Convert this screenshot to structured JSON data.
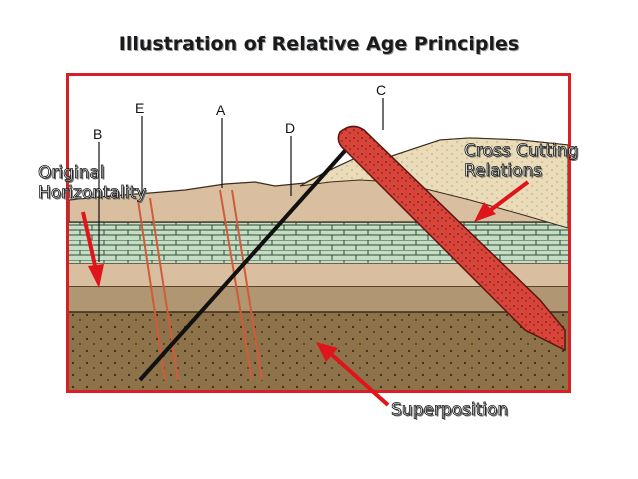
{
  "title": "Illustration of Relative Age Principles",
  "layer_labels": {
    "a": "A",
    "b": "B",
    "c": "C",
    "d": "D",
    "e": "E"
  },
  "callouts": {
    "original_horizontality_line1": "Original",
    "original_horizontality_line2": "Horizontality",
    "cross_cutting_line1": "Cross Cutting",
    "cross_cutting_line2": "Relations",
    "superposition": "Superposition"
  },
  "colors": {
    "frame": "#d81f26",
    "arrow": "#e0141b",
    "sand": "#eadcb8",
    "green_limestone": "#c5ddc4",
    "tan_layer": "#d9bf9f",
    "brown_layer": "#8e7249",
    "dike": "#d8433a"
  }
}
